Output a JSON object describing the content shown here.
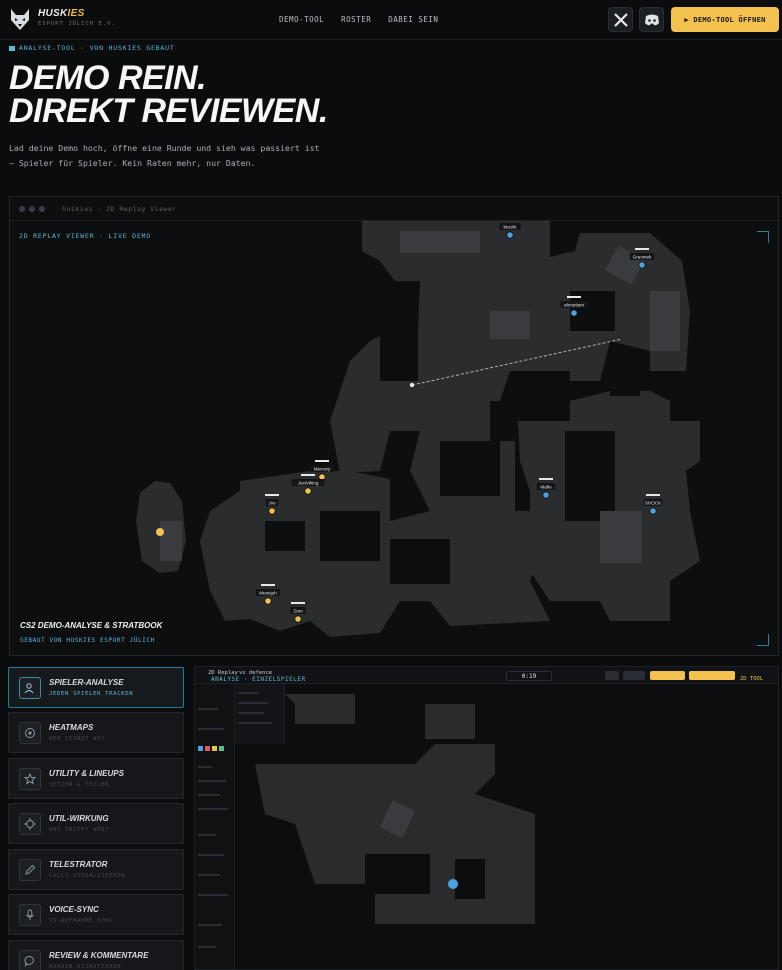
{
  "nav": {
    "brand_prefix": "HUSK",
    "brand_accent": "IES",
    "brand_sub": "ESPORT JÜLICH E.V.",
    "links": [
      "DEMO-TOOL",
      "ROSTER",
      "DABEI SEIN"
    ],
    "x_icon": "x-logo-icon",
    "discord_icon": "discord-icon",
    "cta_label": "▶ DEMO-TOOL ÖFFNEN"
  },
  "hero": {
    "eyebrow": "ANALYSE-TOOL · VON HUSKIES GEBAUT",
    "title_line1": "DEMO REIN.",
    "title_line2": "DIREKT REVIEWEN.",
    "subtitle_line1": "Lad deine Demo hoch, öffne eine Runde und sieh was passiert ist",
    "subtitle_line2": "— Spieler für Spieler. Kein Raten mehr, nur Daten."
  },
  "viewer": {
    "window_title": "huskies · 2D Replay Viewer",
    "label": "2D REPLAY VIEWER · LIVE DEMO",
    "caption_title": "CS2 DEMO-ANALYSE & STRATBOOK",
    "caption_sub": "GEBAUT VON HUSKIES ESPORT JÜLICH",
    "players": [
      {
        "name": "bezzik",
        "team": "ct"
      },
      {
        "name": "Gravmek",
        "team": "ct"
      },
      {
        "name": "ahmetism",
        "team": "ct"
      },
      {
        "name": "Mercury",
        "team": "t"
      },
      {
        "name": "JustViking",
        "team": "t"
      },
      {
        "name": "Jvo",
        "team": "t"
      },
      {
        "name": "Mafio",
        "team": "ct"
      },
      {
        "name": "SHOCK",
        "team": "ct"
      },
      {
        "name": "Monejuh",
        "team": "t"
      },
      {
        "name": "Zoro",
        "team": "t"
      }
    ],
    "colors": {
      "ct": "#4aa3df",
      "t": "#f2c14e",
      "accent": "#5fb8d0"
    }
  },
  "features": [
    {
      "title": "SPIELER-ANALYSE",
      "sub": "JEDEN SPIELER TRACKEN",
      "icon": "user-icon",
      "active": true
    },
    {
      "title": "HEATMAPS",
      "sub": "WER STIRBT WO?",
      "icon": "target-icon",
      "active": false
    },
    {
      "title": "UTILITY & LINEUPS",
      "sub": "SETZEN & TEILEN",
      "icon": "star-icon",
      "active": false
    },
    {
      "title": "UTIL-WIRKUNG",
      "sub": "WAS TRIFFT WEN?",
      "icon": "crosshair-icon",
      "active": false
    },
    {
      "title": "TELESTRATOR",
      "sub": "CALLS VISUALISIEREN",
      "icon": "pencil-icon",
      "active": false
    },
    {
      "title": "VOICE-SYNC",
      "sub": "TS-AUFNAHME SYNC",
      "icon": "mic-icon",
      "active": false
    },
    {
      "title": "REVIEW & KOMMENTARE",
      "sub": "RUNDEN DISKUTIEREN",
      "icon": "chat-icon",
      "active": false
    }
  ],
  "preview": {
    "tab1": "2D Replay",
    "tab2": "vs defence",
    "mode_label": "ANALYSE · EINZELSPIELER",
    "timer": "0:19",
    "right_label": "2D TOOL"
  }
}
